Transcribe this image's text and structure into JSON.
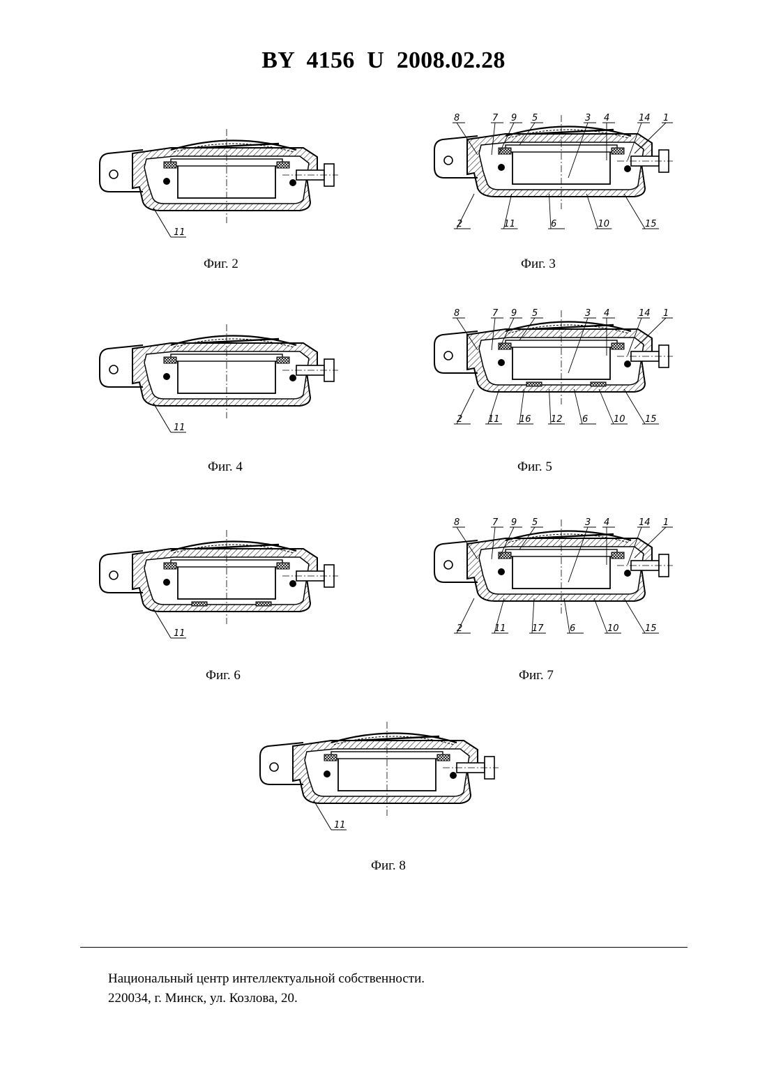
{
  "header": {
    "title": "BY  4156  U  2008.02.28"
  },
  "figures": [
    {
      "caption": "Фиг. 2",
      "callouts": [
        "11"
      ]
    },
    {
      "caption": "Фиг. 3",
      "callouts": [
        "8",
        "7",
        "9",
        "5",
        "3",
        "4",
        "14",
        "1",
        "2",
        "11",
        "6",
        "10",
        "15"
      ]
    },
    {
      "caption": "Фиг. 4",
      "callouts": [
        "11"
      ]
    },
    {
      "caption": "Фиг. 5",
      "callouts": [
        "8",
        "7",
        "9",
        "5",
        "3",
        "4",
        "14",
        "1",
        "2",
        "11",
        "16",
        "12",
        "6",
        "10",
        "15"
      ]
    },
    {
      "caption": "Фиг. 6",
      "callouts": [
        "11"
      ]
    },
    {
      "caption": "Фиг. 7",
      "callouts": [
        "8",
        "7",
        "9",
        "5",
        "3",
        "4",
        "14",
        "1",
        "2",
        "11",
        "17",
        "6",
        "10",
        "15"
      ]
    },
    {
      "caption": "Фиг. 8",
      "callouts": [
        "11"
      ]
    }
  ],
  "footer": {
    "line1": "Национальный центр интеллектуальной собственности.",
    "line2": "220034, г. Минск, ул. Козлова, 20."
  }
}
